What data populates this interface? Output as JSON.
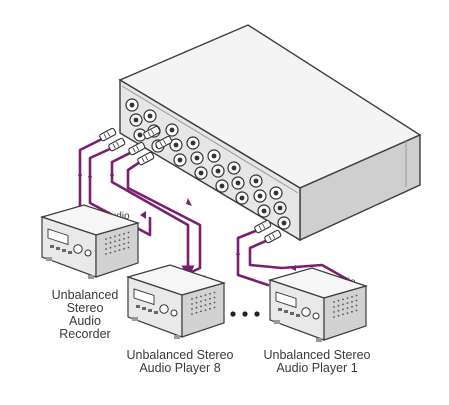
{
  "labels": {
    "recorder": [
      "Unbalanced",
      "Stereo",
      "Audio",
      "Recorder"
    ],
    "player_8": [
      "Unbalanced Stereo",
      "Audio Player 8"
    ],
    "player_1": [
      "Unbalanced Stereo",
      "Audio Player 1"
    ],
    "audio_tag": "Audio"
  },
  "colors": {
    "cable": "#7a1f6e",
    "chassis_top": "#f3f3f3",
    "chassis_side": "#d4d4d4",
    "outline": "#3c3c3c",
    "text": "#3a3a3a"
  },
  "icons": {
    "device": "rack-device-icon",
    "connector": "rca-plug-icon",
    "ellipsis": "ellipsis-dots"
  }
}
